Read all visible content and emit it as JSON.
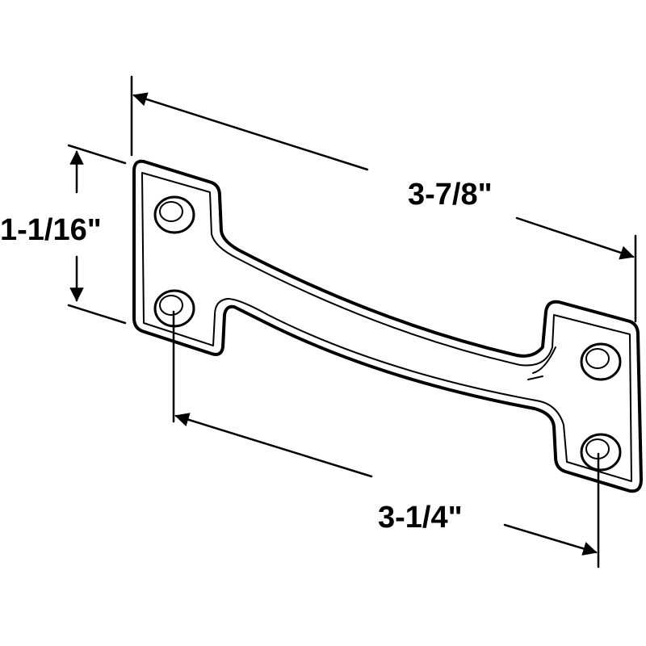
{
  "diagram": {
    "subject": "handle",
    "dimensions": {
      "overall_length": "3-7/8\"",
      "height": "1-1/16\"",
      "hole_spacing": "3-1/4\""
    }
  },
  "colors": {
    "line": "#000000",
    "background": "#ffffff"
  }
}
